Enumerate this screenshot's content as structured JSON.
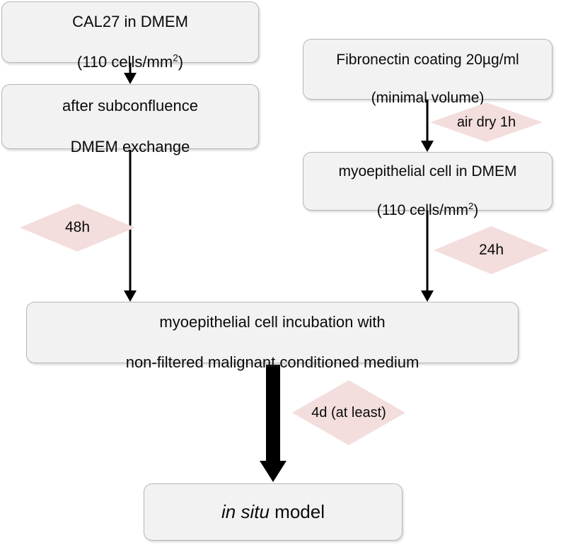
{
  "diagram": {
    "title": "in situ model workflow",
    "colors": {
      "node_fill": "#f2f2f2",
      "node_border": "#b8b8b8",
      "diamond_fill": "#f3dedd",
      "arrow": "#000000",
      "background": "#ffffff"
    },
    "nodes": [
      {
        "id": "cal27",
        "line1": "CAL27 in DMEM",
        "line2_pre": "(110 cells/mm",
        "line2_sup": "2",
        "line2_post": ")"
      },
      {
        "id": "subconfluence",
        "line1": "after subconfluence",
        "line2": "DMEM exchange"
      },
      {
        "id": "fibronectin",
        "line1": "Fibronectin coating 20µg/ml",
        "line2": "(minimal volume)"
      },
      {
        "id": "myoepithelial-seed",
        "line1": "myoepithelial cell in DMEM",
        "line2_pre": "(110 cells/mm",
        "line2_sup": "2",
        "line2_post": ")"
      },
      {
        "id": "incubation",
        "line1": "myoepithelial cell incubation with",
        "line2": "non-filtered malignant conditioned medium"
      },
      {
        "id": "in-situ-model",
        "italic_part": "in situ",
        "plain_part": " model"
      }
    ],
    "diamonds": [
      {
        "id": "air-dry",
        "label": "air dry 1h"
      },
      {
        "id": "48h",
        "label": "48h"
      },
      {
        "id": "24h",
        "label": "24h"
      },
      {
        "id": "4d",
        "label": "4d (at least)"
      }
    ]
  }
}
